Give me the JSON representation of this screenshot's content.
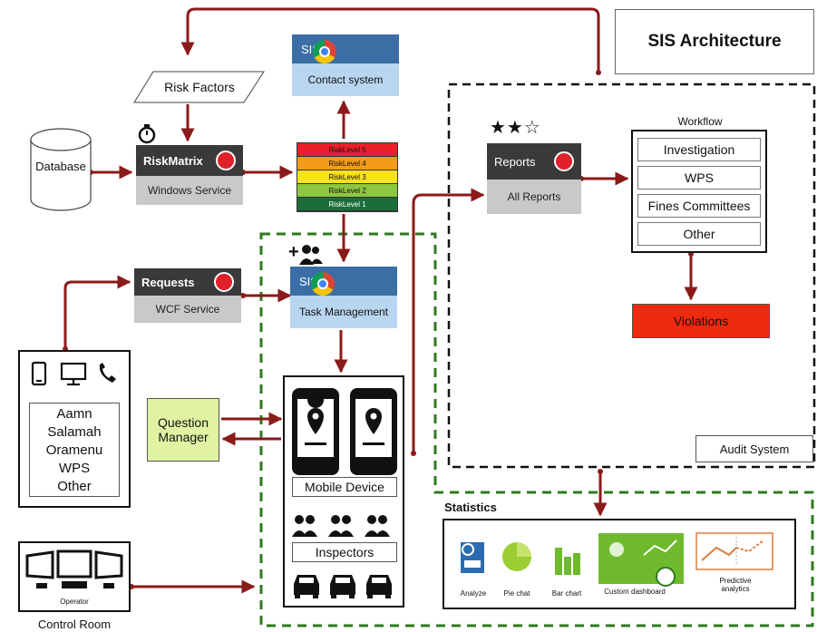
{
  "title": "SIS Architecture",
  "risk_factors": "Risk Factors",
  "database": "Database",
  "risk_matrix": {
    "title": "RiskMatrix",
    "subtitle": "Windows Service"
  },
  "contact": {
    "title": "SIS",
    "subtitle": "Contact system"
  },
  "risk_levels": [
    "RiskLevel 5",
    "RiskLevel 4",
    "RiskLevel 3",
    "RiskLevel 2",
    "RiskLevel 1"
  ],
  "risk_colors": [
    "#e8202a",
    "#f39b1a",
    "#f7e21b",
    "#8dc63f",
    "#1b6e3a"
  ],
  "reports": {
    "title": "Reports",
    "subtitle": "All Reports"
  },
  "workflow": {
    "title": "Workflow",
    "items": [
      "Investigation",
      "WPS",
      "Fines Committees",
      "Other"
    ]
  },
  "violations": "Violations",
  "requests": {
    "title": "Requests",
    "subtitle": "WCF Service"
  },
  "task": {
    "title": "SIS",
    "subtitle": "Task Management"
  },
  "channels": [
    "Aamn",
    "Salamah",
    "Oramenu",
    "WPS",
    "Other"
  ],
  "question_manager": "Question Manager",
  "mobile_device": "Mobile Device",
  "inspectors": "Inspectors",
  "audit_system": "Audit System",
  "operator": "Operator",
  "control_room": "Control Room",
  "statistics": {
    "title": "Statistics",
    "items": [
      "Analyze",
      "Pie chat",
      "Bar chart",
      "Custom dashboard",
      "Predictive analytics"
    ]
  },
  "icons": [
    "stopwatch-icon",
    "database-icon",
    "chrome-icon",
    "star-rating-icon",
    "add-user-icon",
    "mobile-icon",
    "desktop-icon",
    "phone-icon",
    "map-pin-icon",
    "people-icon",
    "car-icon",
    "monitor-icon"
  ],
  "colors": {
    "arrow": "#8b1a1a",
    "dashed_green": "#2f7a1f",
    "violations": "#f02a0f",
    "question_manager": "#dff3a3"
  }
}
